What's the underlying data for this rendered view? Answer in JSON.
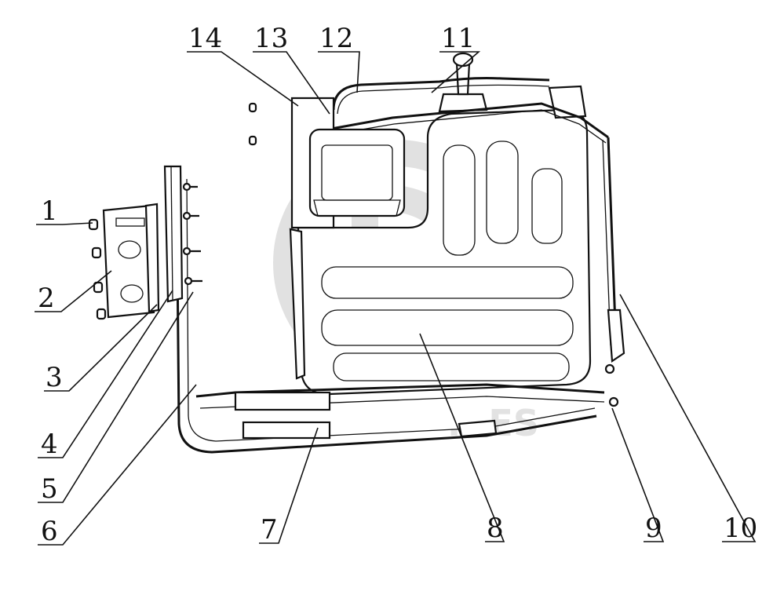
{
  "callouts": [
    {
      "id": "1",
      "label": "1"
    },
    {
      "id": "2",
      "label": "2"
    },
    {
      "id": "3",
      "label": "3"
    },
    {
      "id": "4",
      "label": "4"
    },
    {
      "id": "5",
      "label": "5"
    },
    {
      "id": "6",
      "label": "6"
    },
    {
      "id": "7",
      "label": "7"
    },
    {
      "id": "8",
      "label": "8"
    },
    {
      "id": "9",
      "label": "9"
    },
    {
      "id": "10",
      "label": "10"
    },
    {
      "id": "11",
      "label": "11"
    },
    {
      "id": "12",
      "label": "12"
    },
    {
      "id": "13",
      "label": "13"
    },
    {
      "id": "14",
      "label": "14"
    }
  ],
  "watermark": {
    "text": "...ES",
    "color": "#c8c8c8"
  },
  "colors": {
    "ink": "#111111",
    "background": "#ffffff"
  }
}
